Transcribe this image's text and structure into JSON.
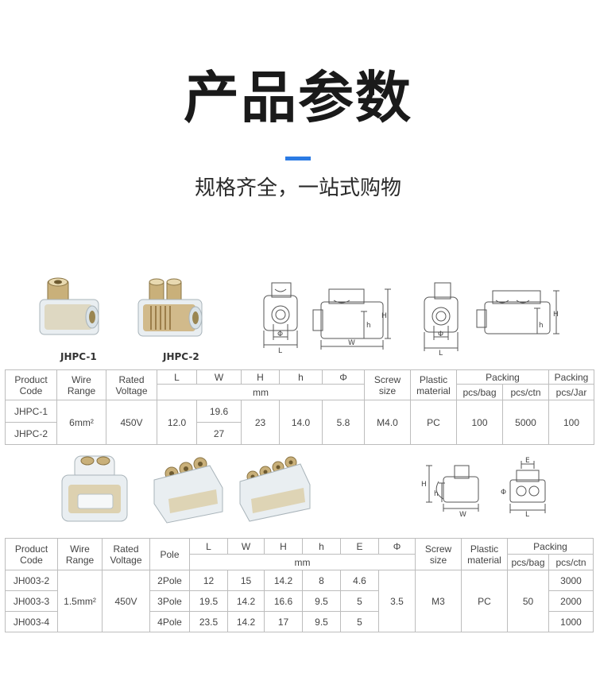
{
  "page": {
    "title": "产品参数",
    "subtitle": "规格齐全，一站式购物",
    "accent_color": "#2b7be4"
  },
  "section1": {
    "products": [
      {
        "label": "JHPC-1",
        "icon": "jhpc-1-connector"
      },
      {
        "label": "JHPC-2",
        "icon": "jhpc-2-connector"
      }
    ],
    "drawing_labels": {
      "phi": "Φ",
      "L": "L",
      "W": "W",
      "H": "H",
      "h": "h"
    },
    "table": {
      "h_product": "Product Code",
      "h_wire": "Wire Range",
      "h_voltage": "Rated Voltage",
      "h_L": "L",
      "h_W": "W",
      "h_H": "H",
      "h_h": "h",
      "h_phi": "Φ",
      "h_mm": "mm",
      "h_screw": "Screw size",
      "h_plastic": "Plastic material",
      "h_packing": "Packing",
      "h_packing2": "Packing",
      "h_pcs_bag": "pcs/bag",
      "h_pcs_ctn": "pcs/ctn",
      "h_pcs_jar": "pcs/Jar",
      "rows": [
        {
          "code": "JHPC-1",
          "W": "19.6"
        },
        {
          "code": "JHPC-2",
          "W": "27"
        }
      ],
      "wire": "6mm²",
      "voltage": "450V",
      "L": "12.0",
      "H": "23",
      "h": "14.0",
      "phi": "5.8",
      "screw": "M4.0",
      "plastic": "PC",
      "pcs_bag": "100",
      "pcs_ctn": "5000",
      "pcs_jar": "100"
    }
  },
  "section2": {
    "products": [
      {
        "icon": "jh003-2-connector"
      },
      {
        "icon": "jh003-3-connector"
      },
      {
        "icon": "jh003-4-connector"
      }
    ],
    "drawing_labels": {
      "H": "H",
      "h": "h",
      "W": "W",
      "E": "E",
      "phi": "Φ",
      "L": "L"
    },
    "table": {
      "h_product": "Product Code",
      "h_wire": "Wire Range",
      "h_voltage": "Rated Voltage",
      "h_pole": "Pole",
      "h_L": "L",
      "h_W": "W",
      "h_H": "H",
      "h_h": "h",
      "h_E": "E",
      "h_phi": "Φ",
      "h_mm": "mm",
      "h_screw": "Screw size",
      "h_plastic": "Plastic material",
      "h_packing": "Packing",
      "h_pcs_bag": "pcs/bag",
      "h_pcs_ctn": "pcs/ctn",
      "rows": [
        {
          "code": "JH003-2",
          "pole": "2Pole",
          "L": "12",
          "W": "15",
          "H": "14.2",
          "h": "8",
          "E": "4.6",
          "ctn": "3000"
        },
        {
          "code": "JH003-3",
          "pole": "3Pole",
          "L": "19.5",
          "W": "14.2",
          "H": "16.6",
          "h": "9.5",
          "E": "5",
          "ctn": "2000"
        },
        {
          "code": "JH003-4",
          "pole": "4Pole",
          "L": "23.5",
          "W": "14.2",
          "H": "17",
          "h": "9.5",
          "E": "5",
          "ctn": "1000"
        }
      ],
      "wire": "1.5mm²",
      "voltage": "450V",
      "phi": "3.5",
      "screw": "M3",
      "plastic": "PC",
      "pcs_bag": "50"
    }
  }
}
